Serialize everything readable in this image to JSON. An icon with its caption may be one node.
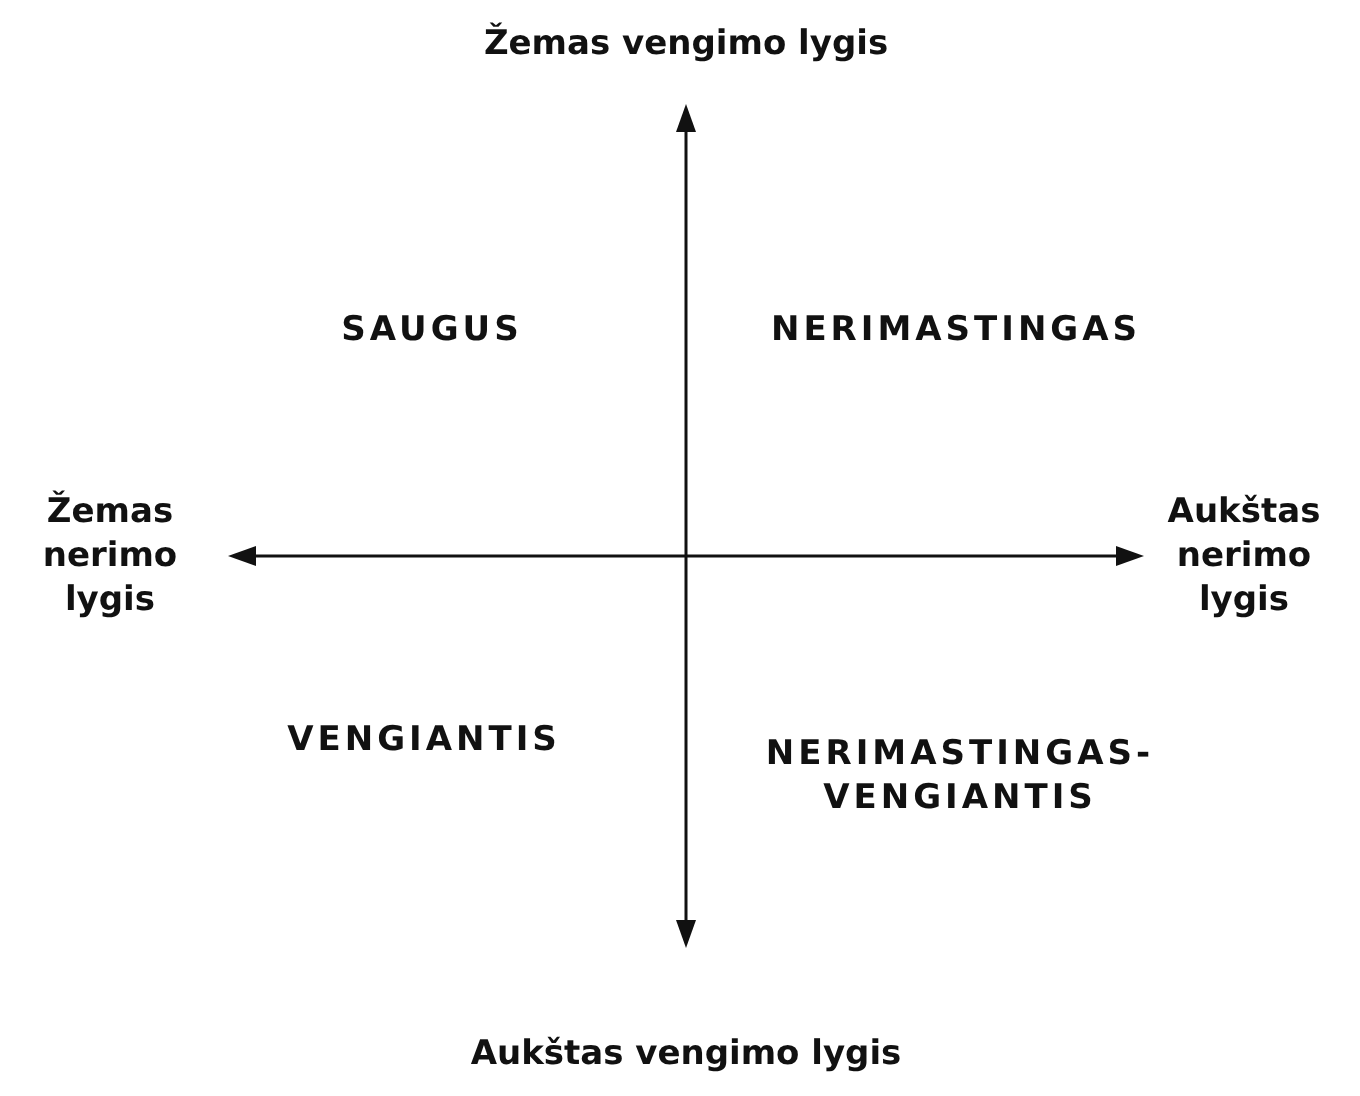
{
  "diagram": {
    "labels": [
      "Žemas vengimo lygis",
      "SAUGUS",
      "NERIMASTINGAS",
      "Žemas nerimo lygis",
      "Aukštas nerimo lygis",
      "VENGIANTIS",
      "NERIMASTINGAS-VENGIANTIS",
      "Aukštas vengimo lygis"
    ]
  }
}
